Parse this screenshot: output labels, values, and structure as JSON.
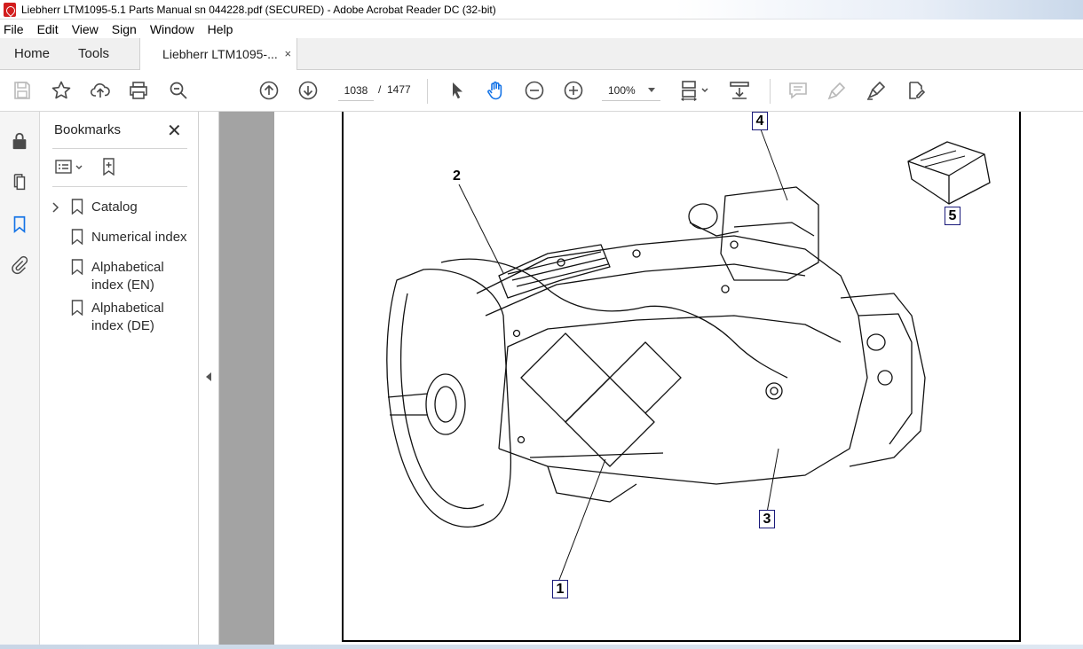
{
  "window": {
    "title": "Liebherr LTM1095-5.1 Parts Manual sn 044228.pdf (SECURED) - Adobe Acrobat Reader DC (32-bit)"
  },
  "menu": [
    "File",
    "Edit",
    "View",
    "Sign",
    "Window",
    "Help"
  ],
  "tabs": {
    "home": "Home",
    "tools": "Tools",
    "document": "Liebherr LTM1095-...",
    "close_glyph": "×"
  },
  "toolbar": {
    "current_page": "1038",
    "page_separator": "/",
    "total_pages": "1477",
    "zoom": "100%"
  },
  "bookmarks": {
    "title": "Bookmarks",
    "close_glyph": "✕",
    "items": [
      {
        "label": "Catalog",
        "expandable": true
      },
      {
        "label": "Numerical index",
        "expandable": false
      },
      {
        "label": "Alphabetical index (EN)",
        "expandable": false
      },
      {
        "label": "Alphabetical index (DE)",
        "expandable": false
      }
    ]
  },
  "drawing": {
    "callouts": [
      "1",
      "2",
      "3",
      "4",
      "5"
    ]
  },
  "colors": {
    "accent": "#1473e6",
    "app_red": "#d21d1d"
  }
}
